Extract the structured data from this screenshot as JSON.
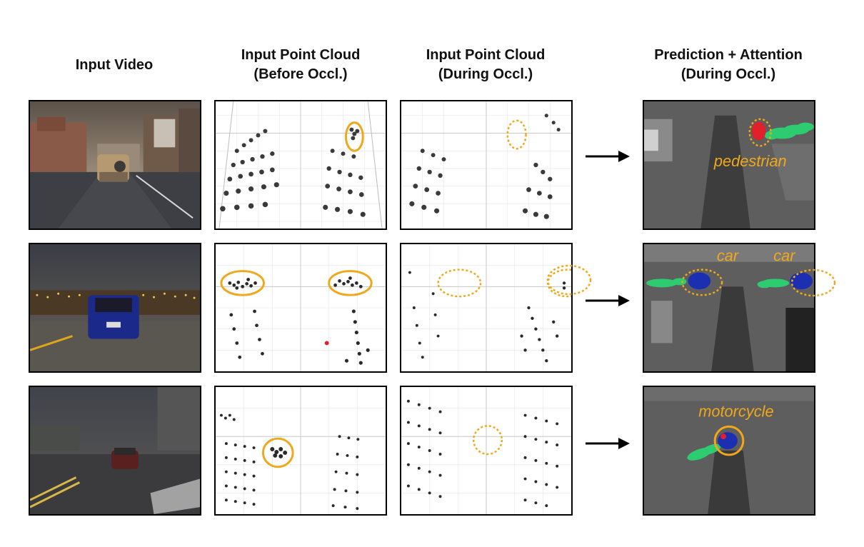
{
  "headers": {
    "input_video": "Input Video",
    "before_occl": "Input Point Cloud\n(Before Occl.)",
    "during_occl": "Input Point Cloud\n(During Occl.)",
    "prediction": "Prediction + Attention\n(During Occl.)"
  },
  "object_labels": {
    "row1": "pedestrian",
    "row2_left": "car",
    "row2_right": "car",
    "row3": "motorcycle"
  },
  "colors": {
    "highlight": "#f0a81a",
    "point": "#2a2a2a",
    "attention": "#2ecc71",
    "pred_red": "#e0202a",
    "pred_blue": "#1b2fb0"
  }
}
